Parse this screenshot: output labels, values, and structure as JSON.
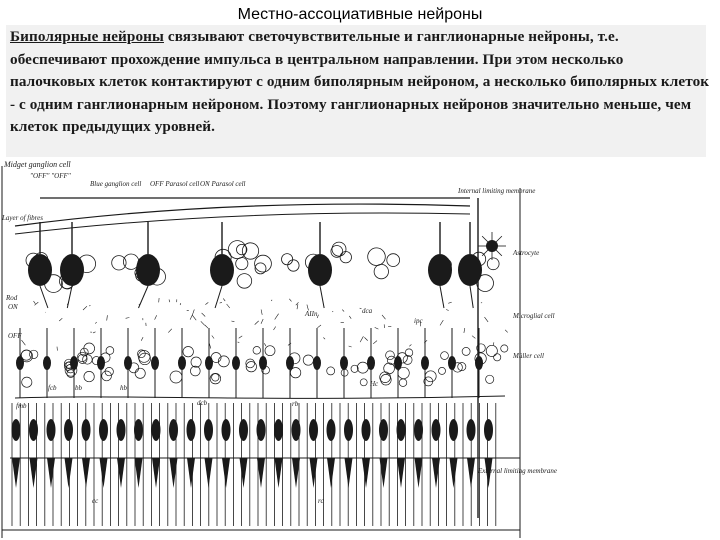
{
  "slide": {
    "title": "Местно-ассоциативные нейроны",
    "para_u": "Биполярные нейроны",
    "para_rest": " связывают светочувствительные и ганглионарные нейроны, т.е. обеспечивают прохождение импульса в центральном направлении. При этом  несколько палочковых клеток контактируют с одним биполярным нейроном, а несколько биполярных клеток - с одним ганглионарным нейроном. Поэтому ганглионарных нейронов значительно меньше, чем клеток предыдущих уровней."
  },
  "figure": {
    "labels": {
      "midget": "Midget ganglion cell",
      "offon": "\"OFF\" \"OFF\"",
      "blue": "Blue ganglion cell",
      "off_parasol": "OFF Parasol cell",
      "on_parasol": "ON Parasol cell",
      "ilm": "Internal limiting membrane",
      "astrocyte": "Astrocyte",
      "microglial": "Microglial cell",
      "muller": "Müller cell",
      "elm": "External limiting membrane",
      "layer": "Layer of fibres",
      "rod": "Rod",
      "on": "ON",
      "off": "OFF",
      "aiin": "AIIn",
      "dca": "dca",
      "hc": "Hc",
      "ipc": "ipc",
      "fmb": "fmb",
      "fcb": "fcb",
      "bb": "bb",
      "hb": "hb",
      "dcb": "dcb",
      "rb": "rb",
      "cc": "cc",
      "rc": "rc"
    }
  }
}
